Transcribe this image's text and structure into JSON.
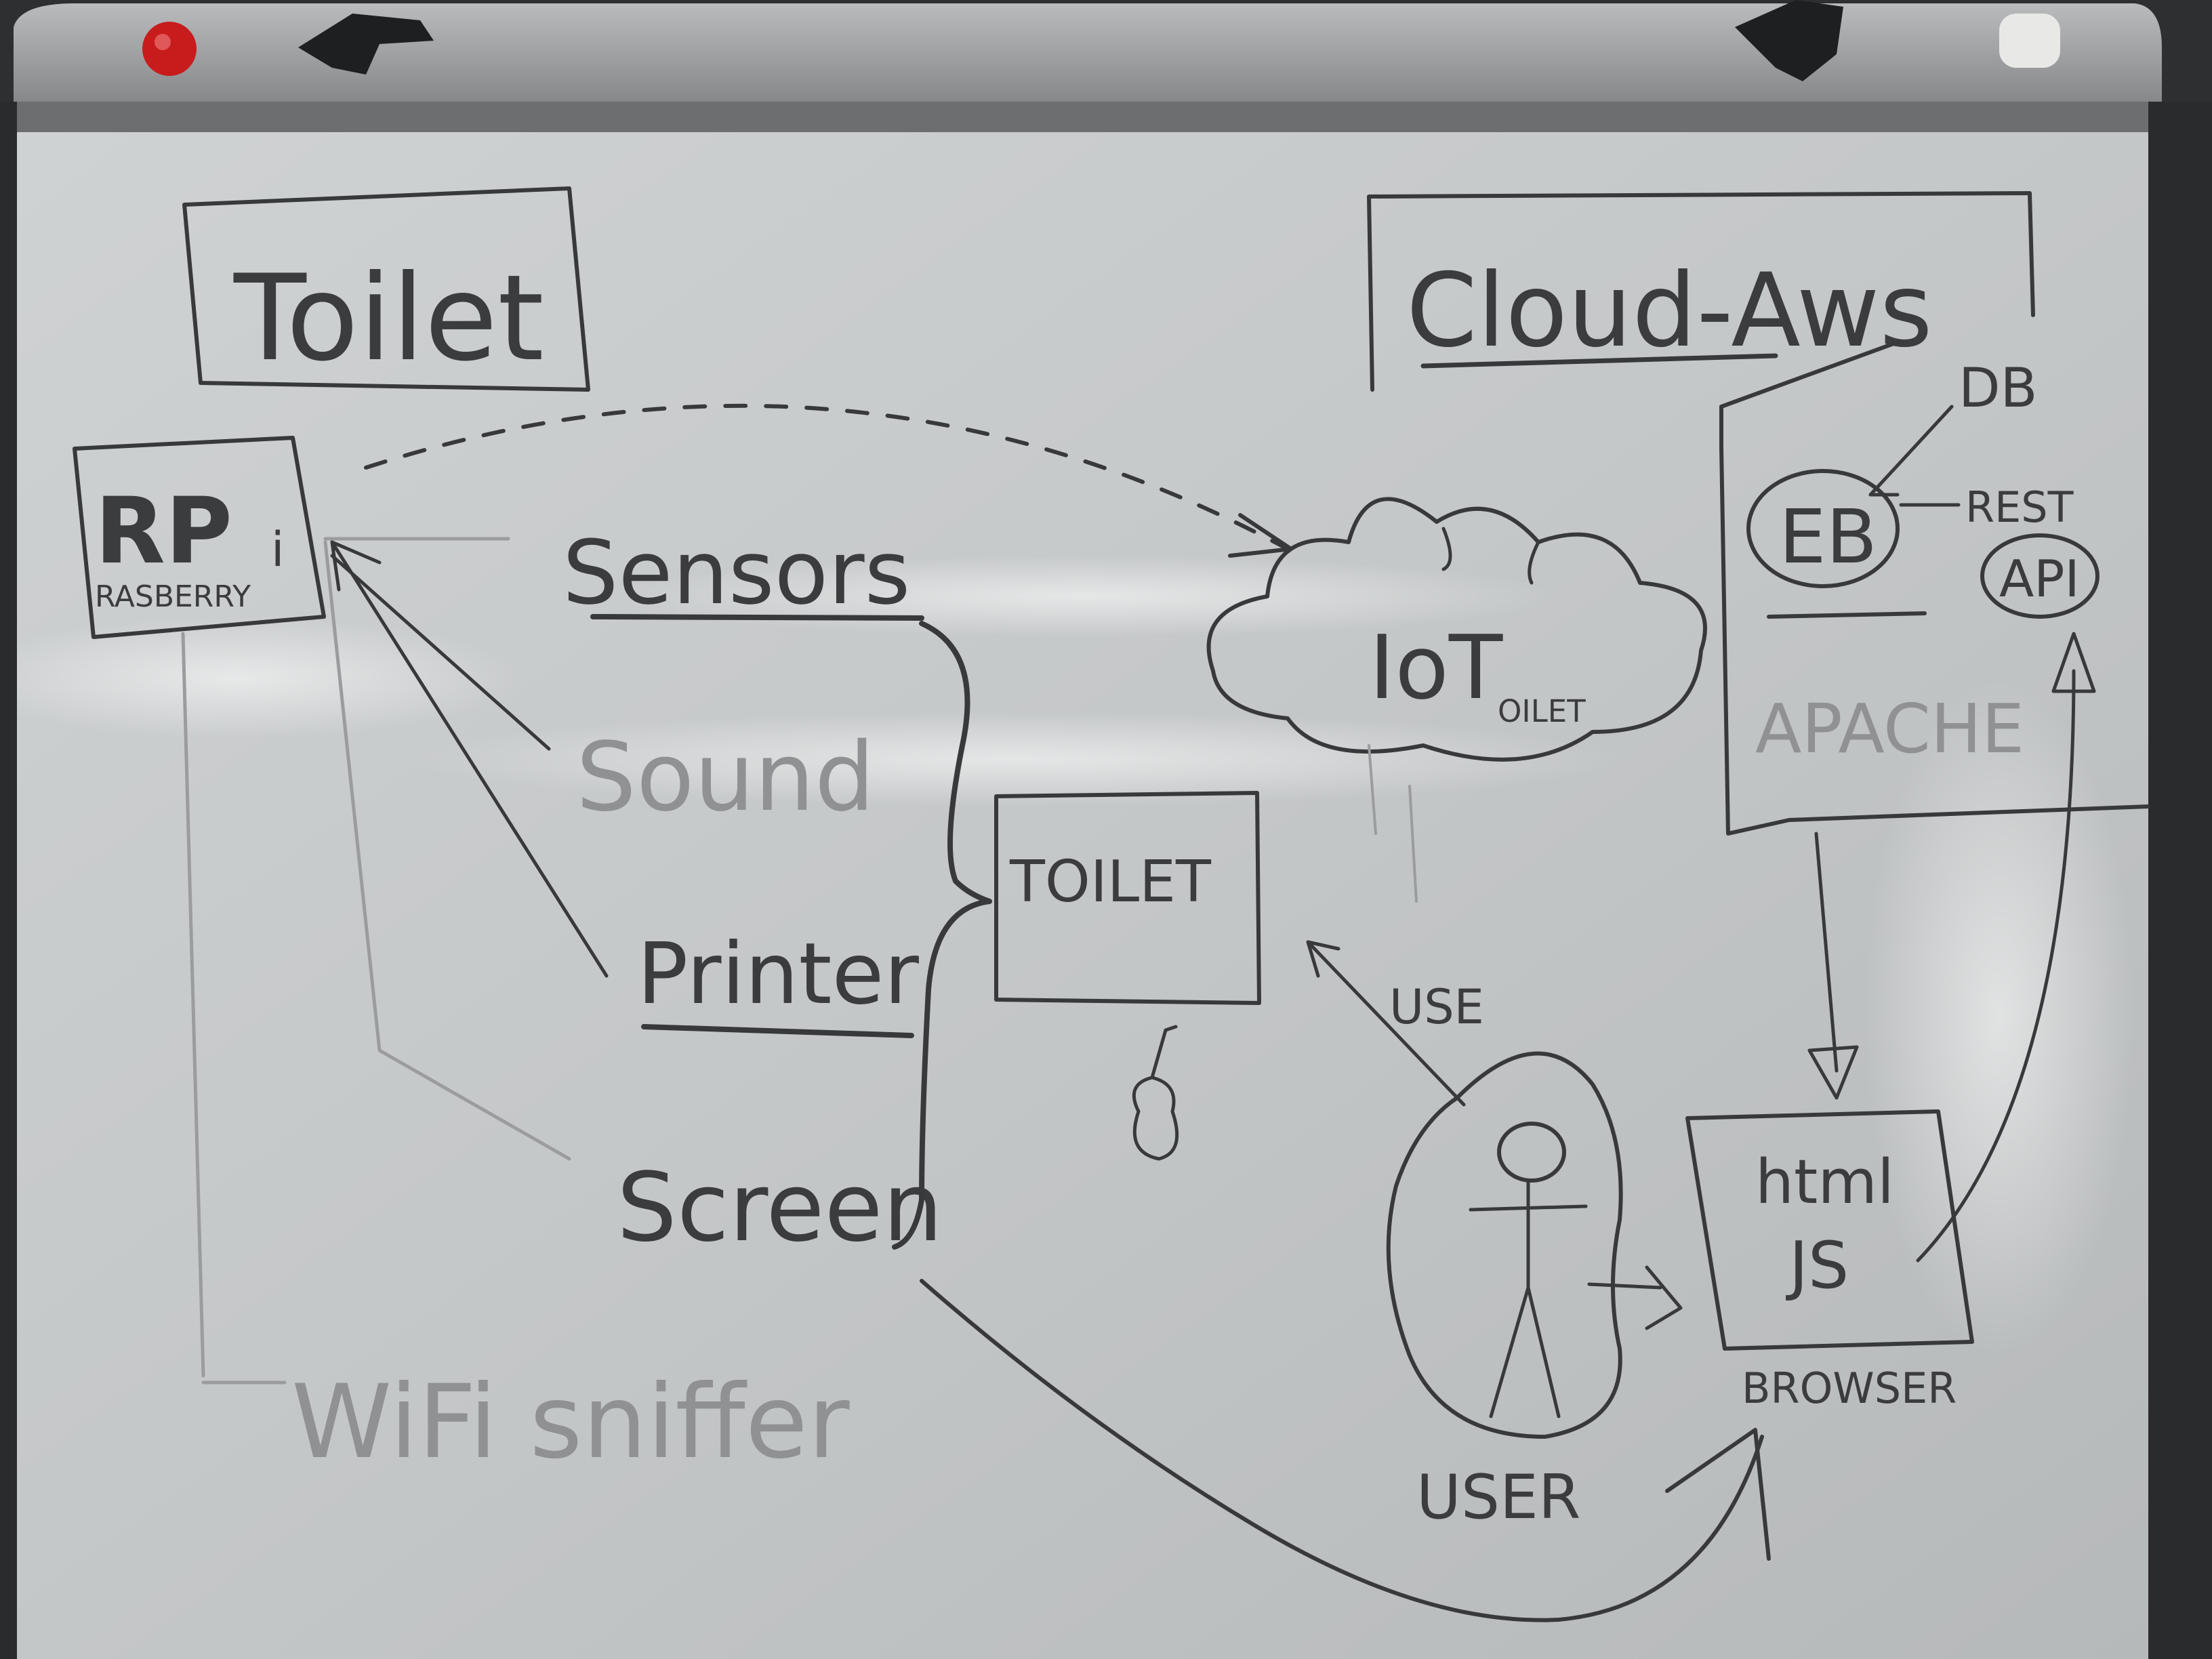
{
  "board": {
    "colors": {
      "board": "#c9cccd",
      "ink": "#38393a",
      "tray": "#9a9c9e",
      "magnet_red": "#c81c1c"
    }
  },
  "labels": {
    "toilet_title": "Toilet",
    "cloud_title": "Cloud-Aws",
    "rpi_main": "RP",
    "rpi_small": "i",
    "rpi_sub": "RASBERRY",
    "sensors": "Sensors",
    "sound": "Sound",
    "printer": "Printer",
    "screen": "Screen",
    "toilet_box": "TOILET",
    "iot_main": "IoT",
    "iot_small": "OILET",
    "eb": "EB",
    "db": "DB",
    "rest": "REST",
    "api": "API",
    "apache": "APACHE",
    "use": "USE",
    "user": "USER",
    "html": "html",
    "js": "JS",
    "browser": "BROWSER",
    "wifi": "WiFi sniffer"
  }
}
